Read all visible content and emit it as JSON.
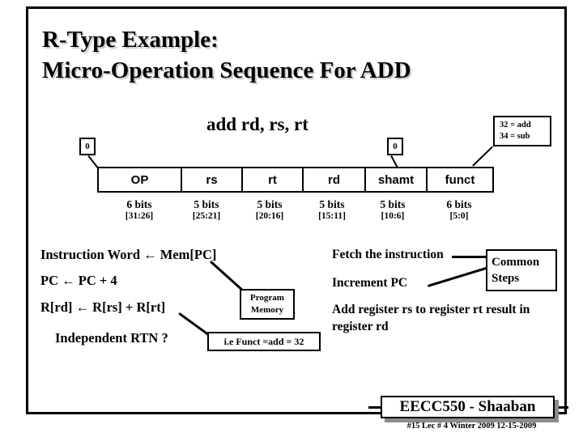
{
  "slide": {
    "title_line1": "R-Type Example:",
    "title_line2": "Micro-Operation Sequence For ADD",
    "mnemonic": "add rd, rs, rt"
  },
  "annotations": {
    "zero_op": "0",
    "zero_shamt": "0",
    "opcode_note_line1": "32 = add",
    "opcode_note_line2": "34 = sub",
    "program_memory_line1": "Program",
    "program_memory_line2": "Memory",
    "funct_note": "i.e Funct  =add = 32",
    "common_steps_line1": "Common",
    "common_steps_line2": "Steps"
  },
  "instruction_format": {
    "fields": [
      {
        "name": "OP",
        "bits": "6 bits",
        "range": "[31:26]"
      },
      {
        "name": "rs",
        "bits": "5 bits",
        "range": "[25:21]"
      },
      {
        "name": "rt",
        "bits": "5 bits",
        "range": "[20:16]"
      },
      {
        "name": "rd",
        "bits": "5 bits",
        "range": "[15:11]"
      },
      {
        "name": "shamt",
        "bits": "5 bits",
        "range": "[10:6]"
      },
      {
        "name": "funct",
        "bits": "6 bits",
        "range": "[5:0]"
      }
    ]
  },
  "rtn": {
    "line1": "Instruction Word  ←   Mem[PC]",
    "line2": "PC  ←   PC + 4",
    "line3": "R[rd]  ←   R[rs]  +  R[rt]",
    "question": "Independent RTN ?"
  },
  "explanation": {
    "line1": "Fetch the instruction",
    "line2": "Increment PC",
    "line3": "Add register  rs  to register rt result in register rd"
  },
  "footer": {
    "banner": "EECC550 - Shaaban",
    "caption": "#15   Lec # 4   Winter 2009   12-15-2009"
  }
}
